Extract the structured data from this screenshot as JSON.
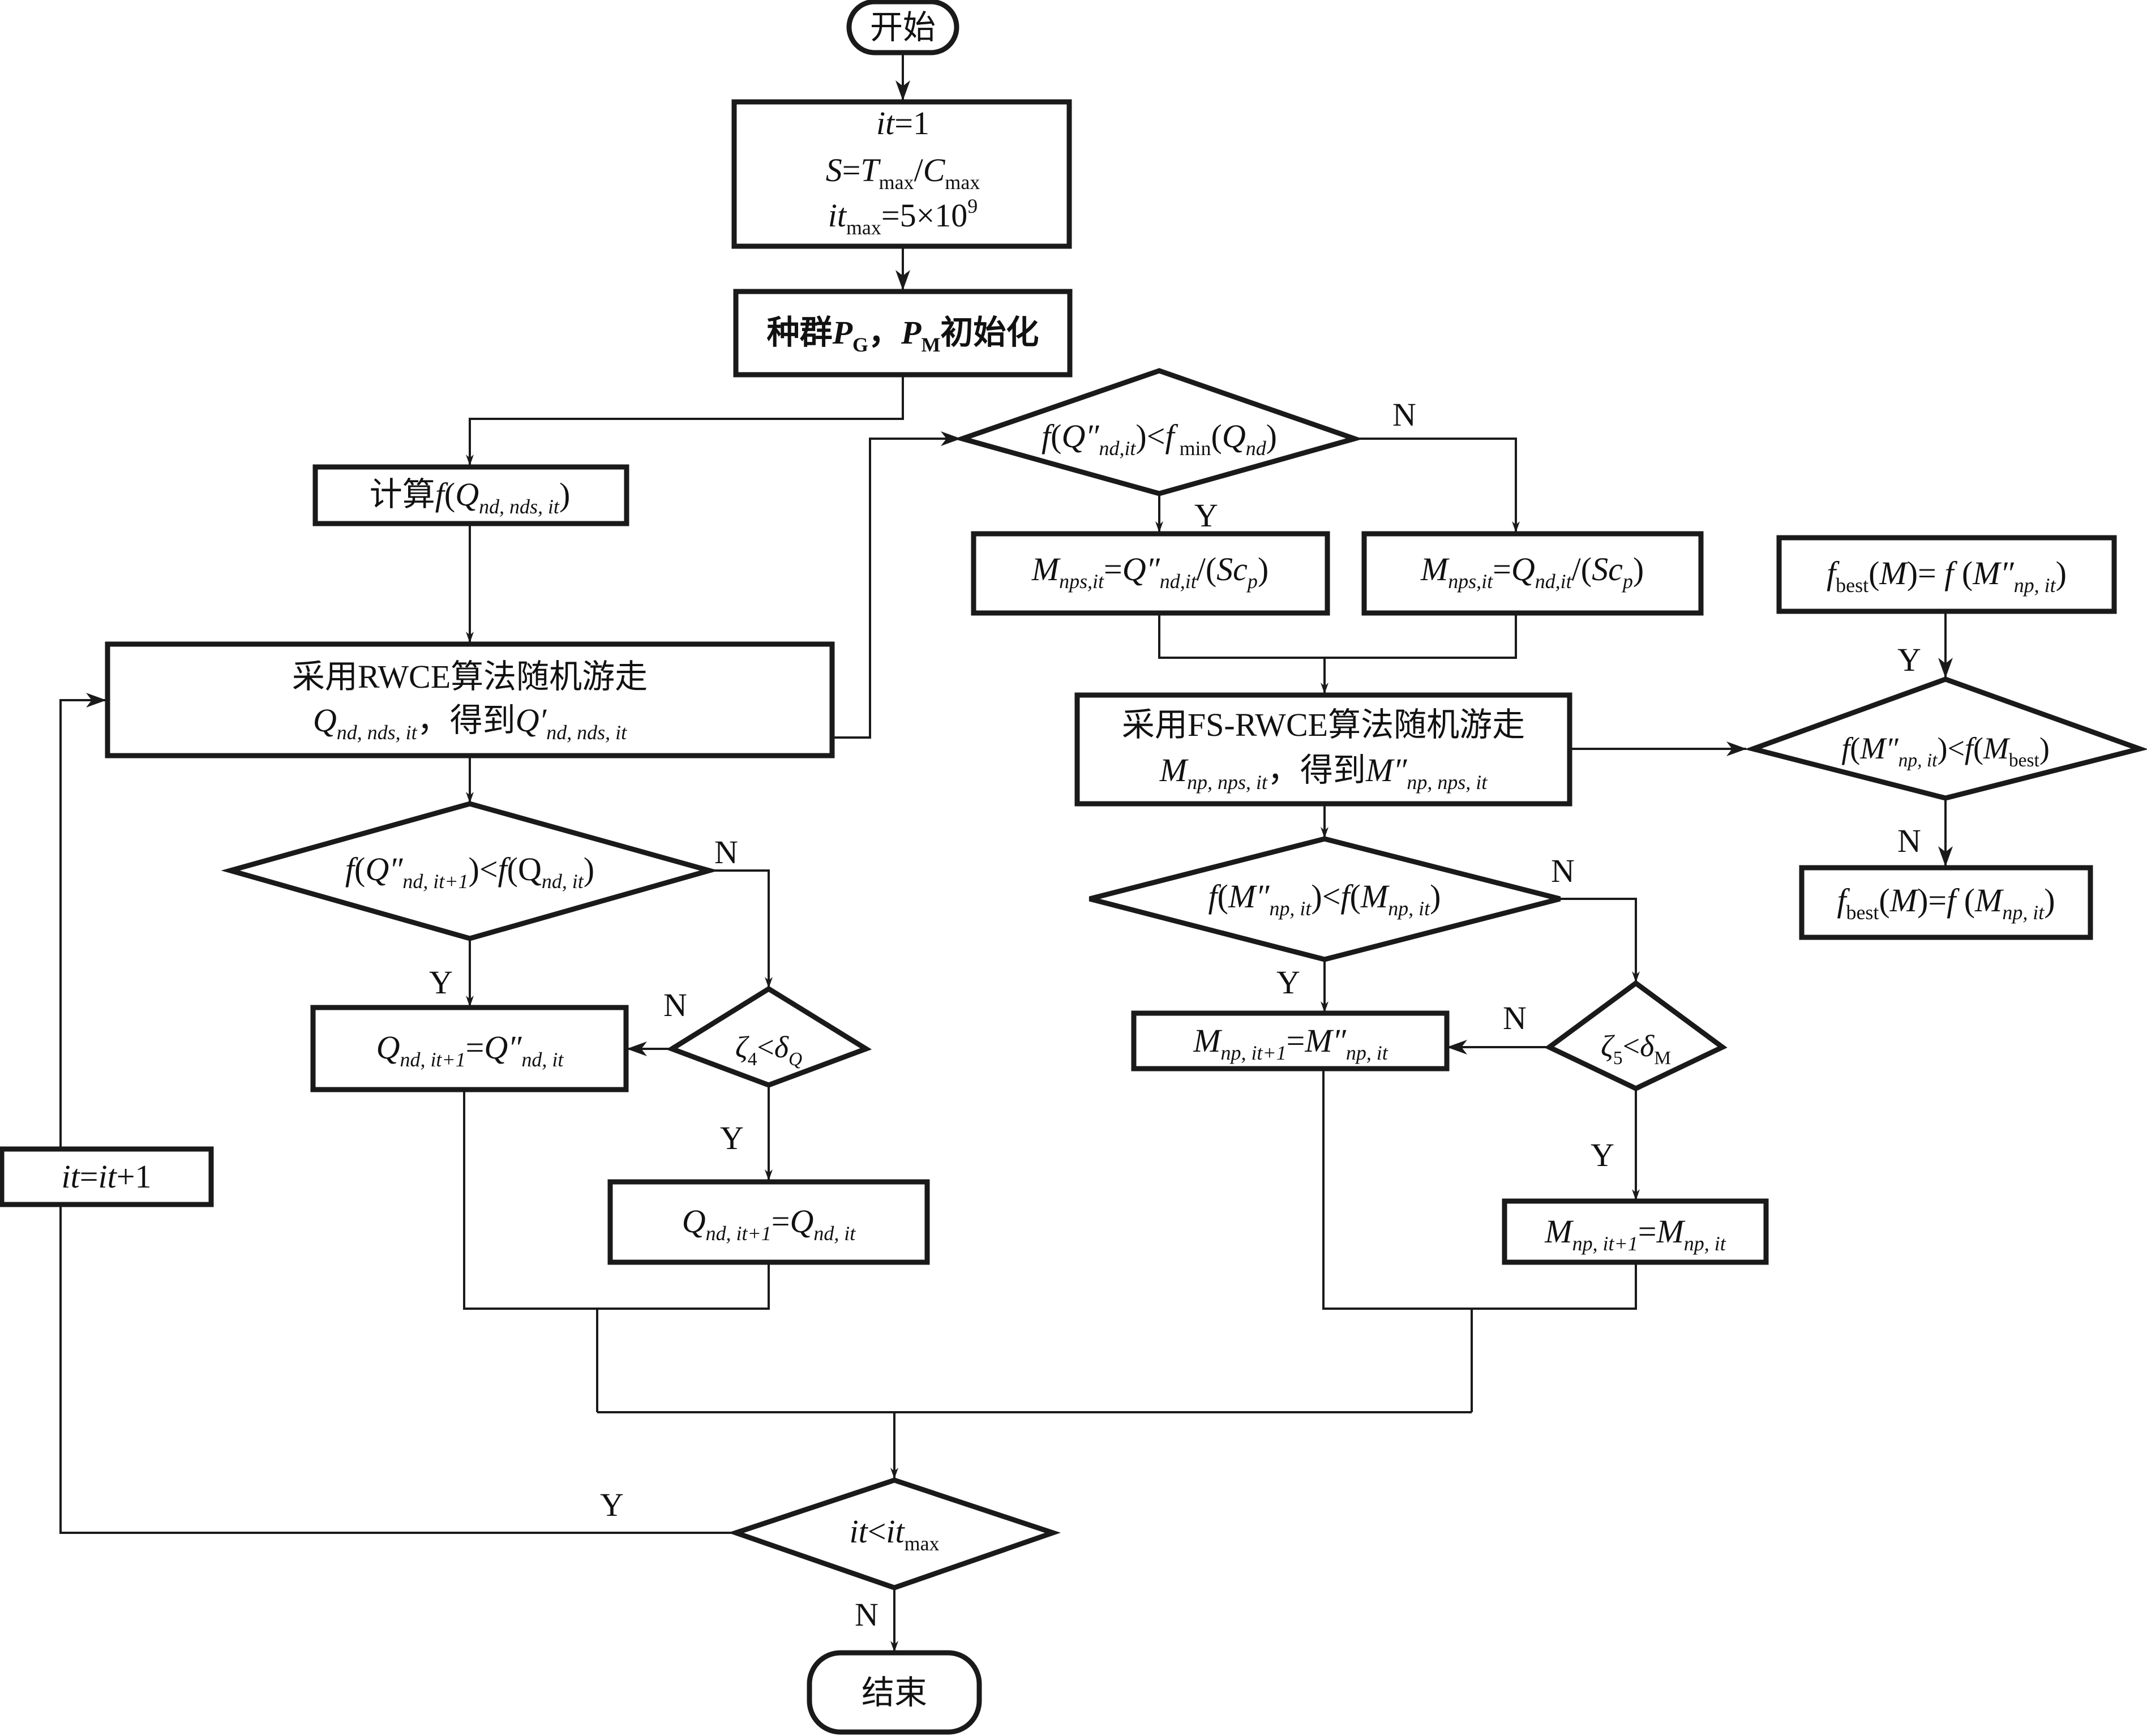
{
  "diagram": {
    "type": "flowchart",
    "language": "zh",
    "terminals": {
      "start": "开始",
      "end": "结束"
    },
    "nodes": {
      "init": {
        "line1": [
          {
            "t": "it",
            "i": true
          },
          {
            "t": "=1"
          }
        ],
        "line2": [
          {
            "t": "S",
            "i": true
          },
          {
            "t": "="
          },
          {
            "t": "T",
            "i": true
          },
          {
            "t": "max",
            "sub": true
          },
          {
            "t": "/"
          },
          {
            "t": "C",
            "i": true
          },
          {
            "t": "max",
            "sub": true
          }
        ],
        "line3": [
          {
            "t": "it",
            "i": true
          },
          {
            "t": "max",
            "sub": true
          },
          {
            "t": "=5×10"
          },
          {
            "t": "9",
            "sup": true
          }
        ]
      },
      "population_init": [
        {
          "t": "种群"
        },
        {
          "t": "P",
          "i": true,
          "b": true
        },
        {
          "t": "G",
          "sub": true
        },
        {
          "t": "，"
        },
        {
          "t": "P",
          "i": true,
          "b": true
        },
        {
          "t": "M",
          "sub": true
        },
        {
          "t": "初始化"
        }
      ],
      "compute_f": [
        {
          "t": "计算"
        },
        {
          "t": "f",
          "i": true
        },
        {
          "t": "("
        },
        {
          "t": "Q",
          "i": true
        },
        {
          "t": "nd, nds, it",
          "sub": true,
          "i": true
        },
        {
          "t": ")"
        }
      ],
      "rwce_walk": {
        "line1": [
          {
            "t": "采用RWCE算法随机游走"
          }
        ],
        "line2": [
          {
            "t": "Q",
            "i": true
          },
          {
            "t": "nd, nds, it",
            "sub": true,
            "i": true
          },
          {
            "t": "，得到"
          },
          {
            "t": "Q′",
            "i": true
          },
          {
            "t": "nd, nds, it",
            "sub": true,
            "i": true
          }
        ]
      },
      "cond_q_update": [
        {
          "t": "f",
          "i": true
        },
        {
          "t": "("
        },
        {
          "t": "Q″",
          "i": true
        },
        {
          "t": "nd, it+1",
          "sub": true,
          "i": true
        },
        {
          "t": ")<"
        },
        {
          "t": "f",
          "i": true
        },
        {
          "t": "(Q"
        },
        {
          "t": "nd, it",
          "sub": true,
          "i": true
        },
        {
          "t": ")"
        }
      ],
      "q_assign_new": [
        {
          "t": "Q",
          "i": true
        },
        {
          "t": "nd, it+1",
          "sub": true,
          "i": true
        },
        {
          "t": "="
        },
        {
          "t": "Q″",
          "i": true
        },
        {
          "t": "nd, it",
          "sub": true,
          "i": true
        }
      ],
      "cond_zeta4": [
        {
          "t": "ζ",
          "i": true
        },
        {
          "t": "4",
          "sub": true
        },
        {
          "t": "<"
        },
        {
          "t": "δ",
          "i": true
        },
        {
          "t": "Q",
          "sub": true,
          "i": true
        }
      ],
      "q_assign_keep": [
        {
          "t": "Q",
          "i": true
        },
        {
          "t": "nd, it+1",
          "sub": true,
          "i": true
        },
        {
          "t": "="
        },
        {
          "t": "Q",
          "i": true
        },
        {
          "t": "nd, it",
          "sub": true,
          "i": true
        }
      ],
      "increment": [
        {
          "t": "it",
          "i": true
        },
        {
          "t": "="
        },
        {
          "t": "it",
          "i": true
        },
        {
          "t": "+1"
        }
      ],
      "cond_fmin": [
        {
          "t": "f",
          "i": true
        },
        {
          "t": "("
        },
        {
          "t": "Q″",
          "i": true
        },
        {
          "t": "nd,it",
          "sub": true,
          "i": true
        },
        {
          "t": ")<"
        },
        {
          "t": "f",
          "i": true
        },
        {
          "t": " min",
          "sub": true
        },
        {
          "t": "("
        },
        {
          "t": "Q",
          "i": true
        },
        {
          "t": "nd",
          "sub": true,
          "i": true
        },
        {
          "t": ")"
        }
      ],
      "m_from_q_new": [
        {
          "t": "M",
          "i": true
        },
        {
          "t": "nps,it",
          "sub": true,
          "i": true
        },
        {
          "t": "="
        },
        {
          "t": "Q″",
          "i": true
        },
        {
          "t": "nd,it",
          "sub": true,
          "i": true
        },
        {
          "t": "/("
        },
        {
          "t": "Sc",
          "i": true
        },
        {
          "t": "p",
          "sub": true,
          "i": true
        },
        {
          "t": ")"
        }
      ],
      "m_from_q": [
        {
          "t": "M",
          "i": true
        },
        {
          "t": "nps,it",
          "sub": true,
          "i": true
        },
        {
          "t": "="
        },
        {
          "t": "Q",
          "i": true
        },
        {
          "t": "nd,it",
          "sub": true,
          "i": true
        },
        {
          "t": "/("
        },
        {
          "t": "Sc",
          "i": true
        },
        {
          "t": "p",
          "sub": true,
          "i": true
        },
        {
          "t": ")"
        }
      ],
      "fs_rwce_walk": {
        "line1": [
          {
            "t": "采用FS-RWCE算法随机游走"
          }
        ],
        "line2": [
          {
            "t": "M",
            "i": true
          },
          {
            "t": "np, nps, it",
            "sub": true,
            "i": true
          },
          {
            "t": "，得到"
          },
          {
            "t": "M″",
            "i": true
          },
          {
            "t": "np, nps, it",
            "sub": true,
            "i": true
          }
        ]
      },
      "cond_m_update": [
        {
          "t": "f",
          "i": true
        },
        {
          "t": "("
        },
        {
          "t": "M″",
          "i": true
        },
        {
          "t": "np, it",
          "sub": true,
          "i": true
        },
        {
          "t": ")<"
        },
        {
          "t": "f",
          "i": true
        },
        {
          "t": "("
        },
        {
          "t": "M",
          "i": true
        },
        {
          "t": "np, it",
          "sub": true,
          "i": true
        },
        {
          "t": ")"
        }
      ],
      "m_assign_new": [
        {
          "t": "M",
          "i": true
        },
        {
          "t": "np, it+1",
          "sub": true,
          "i": true
        },
        {
          "t": "="
        },
        {
          "t": "M″",
          "i": true
        },
        {
          "t": "np, it",
          "sub": true,
          "i": true
        }
      ],
      "cond_zeta5": [
        {
          "t": "ζ",
          "i": true
        },
        {
          "t": "5",
          "sub": true
        },
        {
          "t": "<"
        },
        {
          "t": "δ",
          "i": true
        },
        {
          "t": "M",
          "sub": true
        }
      ],
      "m_assign_keep": [
        {
          "t": "M",
          "i": true
        },
        {
          "t": "np, it+1",
          "sub": true,
          "i": true
        },
        {
          "t": "="
        },
        {
          "t": "M",
          "i": true
        },
        {
          "t": "np, it",
          "sub": true,
          "i": true
        }
      ],
      "fbest_new": [
        {
          "t": "f",
          "i": true
        },
        {
          "t": "best",
          "sub": true
        },
        {
          "t": "("
        },
        {
          "t": "M",
          "i": true
        },
        {
          "t": ")= "
        },
        {
          "t": "f",
          "i": true
        },
        {
          "t": " ("
        },
        {
          "t": "M″",
          "i": true
        },
        {
          "t": "np, it",
          "sub": true,
          "i": true
        },
        {
          "t": ")"
        }
      ],
      "cond_best": [
        {
          "t": "f",
          "i": true
        },
        {
          "t": "("
        },
        {
          "t": "M″",
          "i": true
        },
        {
          "t": "np, it",
          "sub": true,
          "i": true
        },
        {
          "t": ")<"
        },
        {
          "t": "f",
          "i": true
        },
        {
          "t": "("
        },
        {
          "t": "M",
          "i": true
        },
        {
          "t": "best",
          "sub": true
        },
        {
          "t": ")"
        }
      ],
      "fbest_keep": [
        {
          "t": "f",
          "i": true
        },
        {
          "t": "best",
          "sub": true
        },
        {
          "t": "("
        },
        {
          "t": "M",
          "i": true
        },
        {
          "t": ")="
        },
        {
          "t": "f",
          "i": true
        },
        {
          "t": " ("
        },
        {
          "t": "M",
          "i": true
        },
        {
          "t": "np, it",
          "sub": true,
          "i": true
        },
        {
          "t": ")"
        }
      ],
      "cond_iter": [
        {
          "t": "it",
          "i": true
        },
        {
          "t": "<"
        },
        {
          "t": "it",
          "i": true
        },
        {
          "t": "max",
          "sub": true
        }
      ]
    },
    "branch_labels": {
      "fmin_no": "N",
      "fmin_yes": "Y",
      "q_update_no": "N",
      "q_update_yes": "Y",
      "zeta4_no": "N",
      "zeta4_yes": "Y",
      "m_update_no": "N",
      "m_update_yes": "Y",
      "zeta5_no": "N",
      "zeta5_yes": "Y",
      "best_yes": "Y",
      "best_no": "N",
      "iter_yes": "Y",
      "iter_no": "N"
    }
  }
}
